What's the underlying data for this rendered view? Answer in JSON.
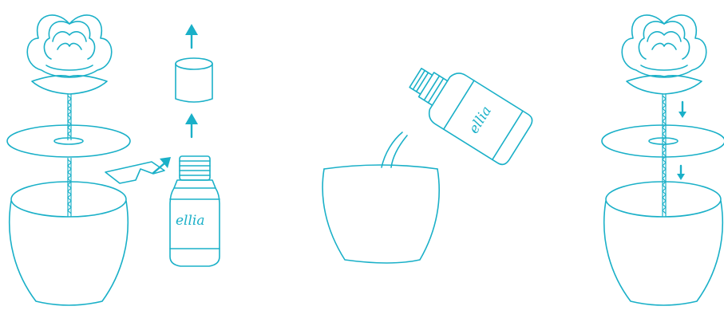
{
  "colors": {
    "line": "#1ab0c8",
    "background": "#ffffff"
  },
  "labels": {
    "bottle_brand": "ellia",
    "pour_bottle_brand": "ellia"
  },
  "steps": [
    {
      "name": "disassemble-and-open-bottle"
    },
    {
      "name": "pour-oil-into-vase"
    },
    {
      "name": "reassemble-diffuser"
    }
  ]
}
